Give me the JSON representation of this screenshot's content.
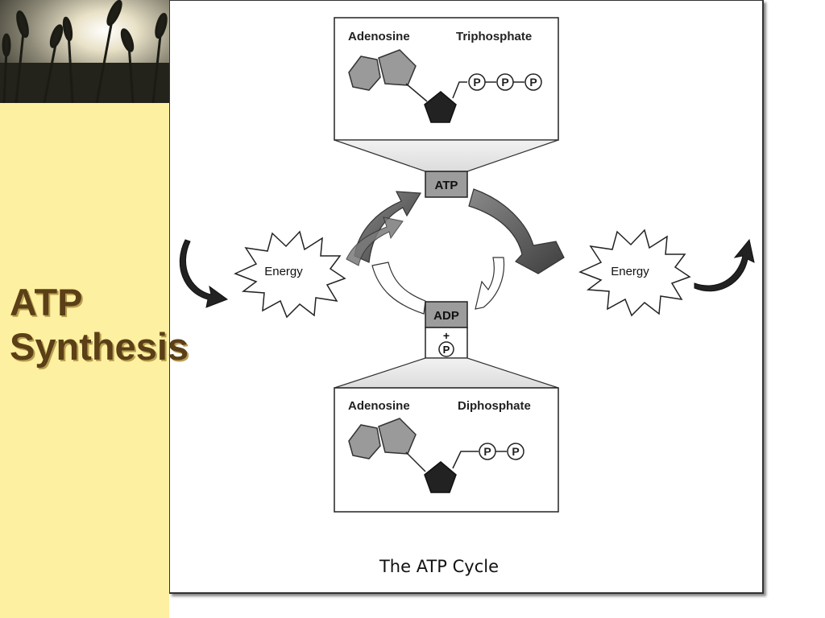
{
  "slide": {
    "title_line1": "ATP",
    "title_line2": "Synthesis",
    "accent_color": "#fdf0a0",
    "title_color": "#5b3f17"
  },
  "diagram": {
    "top_panel": {
      "left_label": "Adenosine",
      "right_label": "Triphosphate",
      "phosphates": [
        "P",
        "P",
        "P"
      ]
    },
    "bottom_panel": {
      "left_label": "Adenosine",
      "right_label": "Diphosphate",
      "phosphates": [
        "P",
        "P"
      ]
    },
    "atp_label": "ATP",
    "adp_label": "ADP",
    "plus_label": "+",
    "free_phosphate_label": "P",
    "energy_left_label": "Energy",
    "energy_right_label": "Energy",
    "caption": "The ATP Cycle"
  }
}
